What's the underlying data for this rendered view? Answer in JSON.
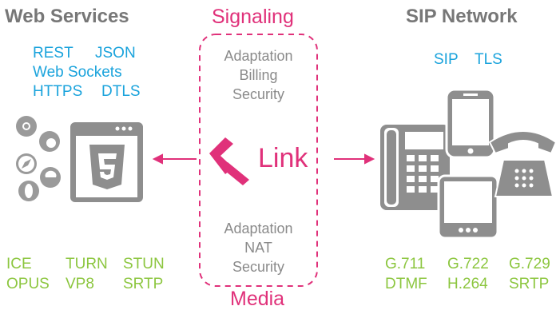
{
  "web_services": {
    "title": "Web Services",
    "protocols": [
      "REST",
      "JSON",
      "Web Sockets",
      "HTTPS",
      "DTLS"
    ],
    "browser_icons": [
      "chrome-icon",
      "firefox-icon",
      "safari-icon",
      "edge-icon",
      "opera-icon"
    ],
    "codecs": [
      "ICE",
      "TURN",
      "STUN",
      "OPUS",
      "VP8",
      "SRTP"
    ]
  },
  "signaling": {
    "title": "Signaling",
    "items": [
      "Adaptation",
      "Billing",
      "Security"
    ]
  },
  "link": {
    "label": "Link",
    "logo": "link-logo-icon"
  },
  "media": {
    "title": "Media",
    "items": [
      "Adaptation",
      "NAT",
      "Security"
    ]
  },
  "sip_network": {
    "title": "SIP Network",
    "protocols": [
      "SIP",
      "TLS"
    ],
    "codecs": [
      "G.711",
      "G.722",
      "G.729",
      "DTMF",
      "H.264",
      "SRTP"
    ]
  },
  "colors": {
    "pink": "#e0317a",
    "blue": "#1aa3dc",
    "green": "#8cc63f",
    "grey": "#777777"
  }
}
